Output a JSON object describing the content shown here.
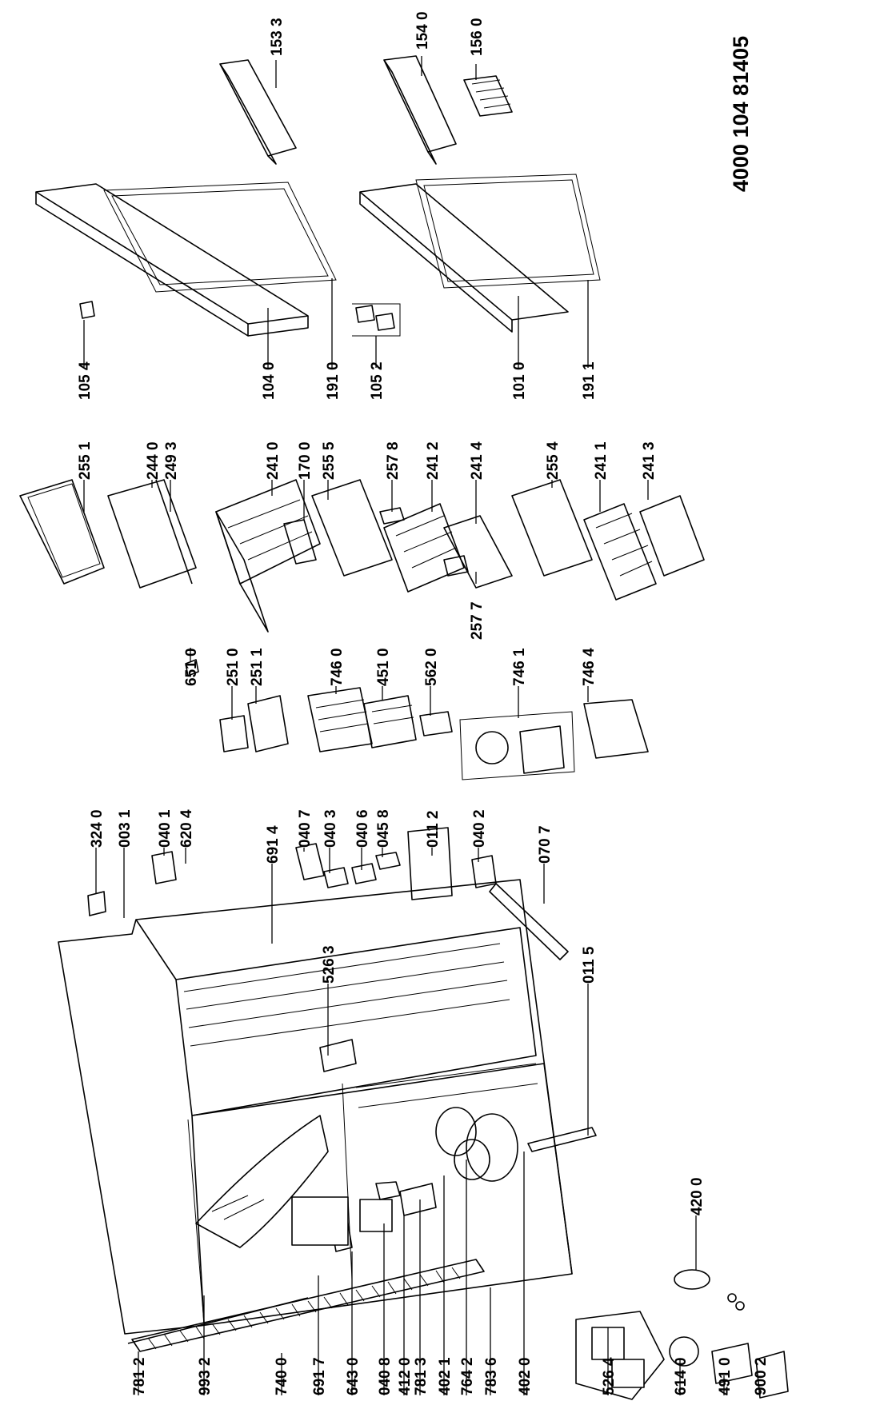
{
  "document_code": "4000 104 81405",
  "groups": {
    "cabinet": [
      "781 2",
      "993 2",
      "740 0",
      "691 7",
      "643 0",
      "040 8",
      "412 0",
      "781 3",
      "402 1",
      "764 2",
      "783 6",
      "402 0",
      "324 0",
      "003 1",
      "040 1",
      "620 4",
      "691 4",
      "040 7",
      "040 3",
      "040 6",
      "045 8",
      "011 2",
      "040 2",
      "070 7",
      "011 5",
      "526 3",
      "420 0"
    ],
    "components": [
      "526 4",
      "614 0",
      "491 0",
      "900 2"
    ],
    "evaporator": [
      "651 0",
      "251 0",
      "251 1",
      "746 0",
      "451 0",
      "562 0",
      "746 1",
      "746 4"
    ],
    "shelves_drawers": [
      "255 1",
      "244 0",
      "249 3",
      "241 0",
      "170 0",
      "255 5",
      "257 8",
      "241 2",
      "241 4",
      "257 7",
      "255 4",
      "241 1",
      "241 3"
    ],
    "doors": [
      "105 4",
      "104 0",
      "191 0",
      "105 2",
      "101 0",
      "191 1",
      "153 3",
      "154 0",
      "156 0"
    ]
  }
}
